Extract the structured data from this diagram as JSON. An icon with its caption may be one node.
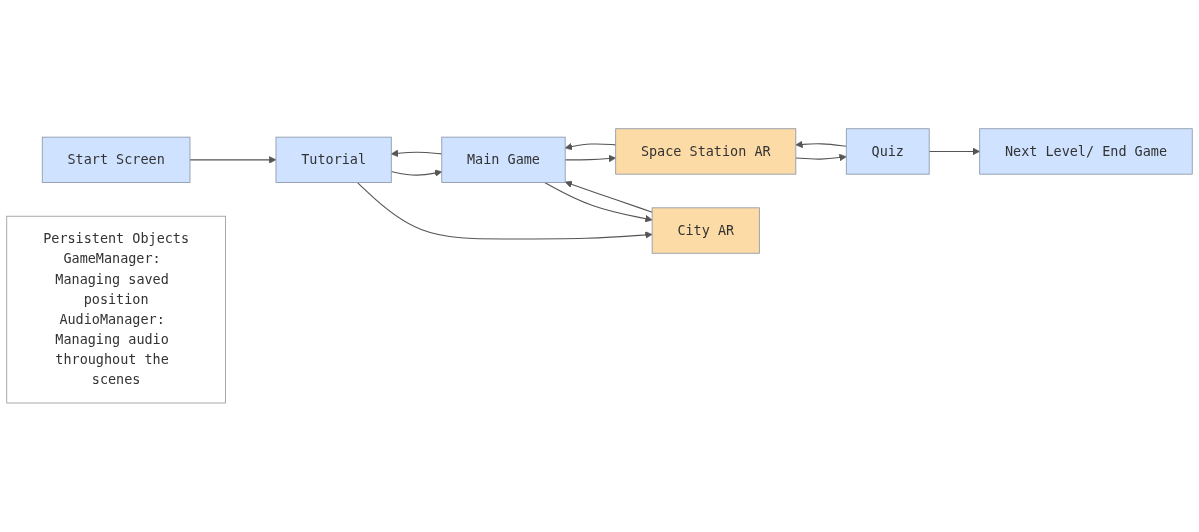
{
  "diagram": {
    "nodes": [
      {
        "text": [
          "Start Screen"
        ]
      },
      {
        "text": [
          "Quiz"
        ]
      },
      {
        "text": [
          "Next Level/ End Game"
        ]
      },
      {
        "text": [
          "Tutorial"
        ]
      },
      {
        "text": [
          "Main Game"
        ]
      },
      {
        "text": [
          "Space Station AR"
        ]
      },
      {
        "text": [
          "City AR"
        ]
      },
      {
        "text": [
          "Persistent Objects",
          "GameManager: Managing saved position",
          "AudioManager: Managing audio throughout the scenes"
        ]
      }
    ],
    "edges": [
      {
        "from": 0,
        "to": 3,
        "arrow": "to"
      },
      {
        "from": 4,
        "to": 3,
        "arrow": "to"
      },
      {
        "from": 3,
        "to": 4,
        "arrow": "to"
      },
      {
        "from": 4,
        "to": 5,
        "arrow": "to"
      },
      {
        "from": 5,
        "to": 4,
        "arrow": "to"
      },
      {
        "from": 5,
        "to": 1,
        "arrow": "to"
      },
      {
        "from": 1,
        "to": 5,
        "arrow": "to"
      },
      {
        "from": 1,
        "to": 2,
        "arrow": "to"
      },
      {
        "from": 3,
        "to": 6,
        "arrow": "to"
      },
      {
        "from": 4,
        "to": 6,
        "arrow": "to"
      },
      {
        "from": 6,
        "to": 4,
        "arrow": "to"
      }
    ]
  }
}
